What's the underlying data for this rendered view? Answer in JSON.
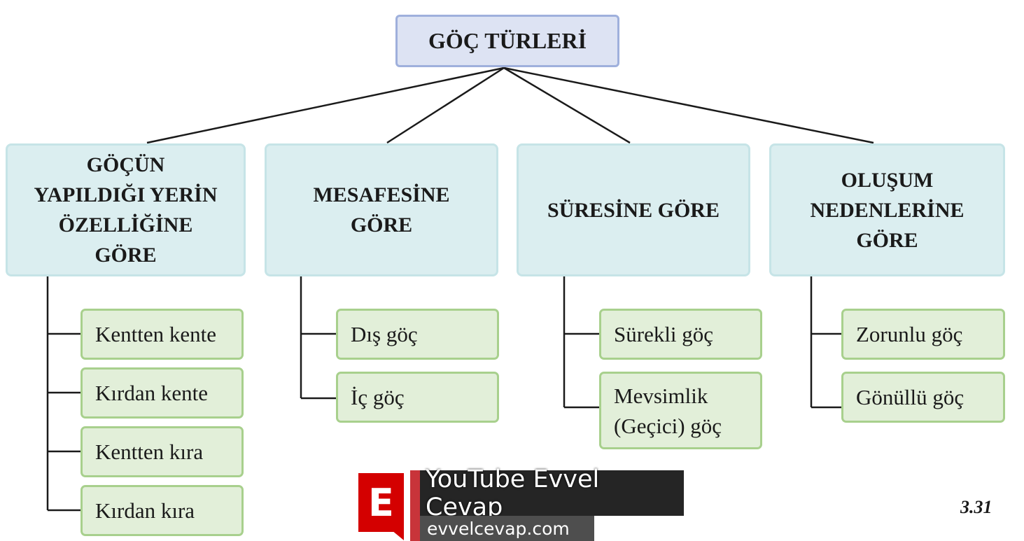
{
  "root": {
    "label": "GÖÇ TÜRLERİ"
  },
  "categories": [
    {
      "label": "GÖÇÜN\nYAPILDIĞI YERİN\nÖZELLİĞİNE\nGÖRE",
      "items": [
        "Kentten kente",
        "Kırdan kente",
        "Kentten kıra",
        "Kırdan kıra"
      ]
    },
    {
      "label": "MESAFESİNE\nGÖRE",
      "items": [
        "Dış göç",
        "İç göç"
      ]
    },
    {
      "label": "SÜRESİNE GÖRE",
      "items": [
        "Sürekli göç",
        "Mevsimlik\n(Geçici) göç"
      ]
    },
    {
      "label": "OLUŞUM\nNEDENLERİNE\nGÖRE",
      "items": [
        "Zorunlu göç",
        "Gönüllü göç"
      ]
    }
  ],
  "watermark": {
    "logo_letter": "E",
    "title": "YouTube Evvel Cevap",
    "site": "evvelcevap.com"
  },
  "page_number": "3.31"
}
